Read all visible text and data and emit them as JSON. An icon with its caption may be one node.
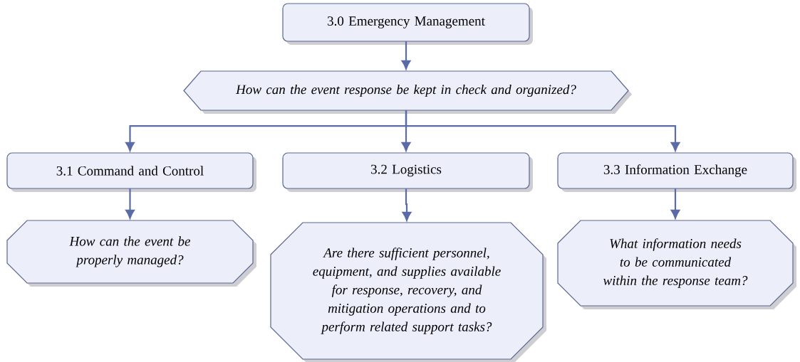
{
  "diagram": {
    "nodes": [
      {
        "text": [
          "3.0 Emergency Management"
        ]
      },
      {
        "text": [
          "How can the event response be kept in check and organized?"
        ]
      },
      {
        "text": [
          "3.1 Command and Control"
        ]
      },
      {
        "text": [
          "3.2 Logistics"
        ]
      },
      {
        "text": [
          "3.3 Information Exchange"
        ]
      },
      {
        "text": [
          "How can the event be properly managed?"
        ]
      },
      {
        "text": [
          "Are there sufficient personnel, equipment, and supplies available for response, recovery, and mitigation operations and to perform related support tasks?"
        ]
      },
      {
        "text": [
          "What information needs to be communicated within the response team?"
        ]
      }
    ],
    "edges": [
      {
        "from": 0,
        "to": 1,
        "arrow": "to"
      },
      {
        "from": 1,
        "to": 2,
        "arrow": "to"
      },
      {
        "from": 1,
        "to": 3,
        "arrow": "to"
      },
      {
        "from": 1,
        "to": 4,
        "arrow": "to"
      },
      {
        "from": 2,
        "to": 5,
        "arrow": "to"
      },
      {
        "from": 3,
        "to": 6,
        "arrow": "to"
      },
      {
        "from": 4,
        "to": 7,
        "arrow": "to"
      }
    ]
  }
}
